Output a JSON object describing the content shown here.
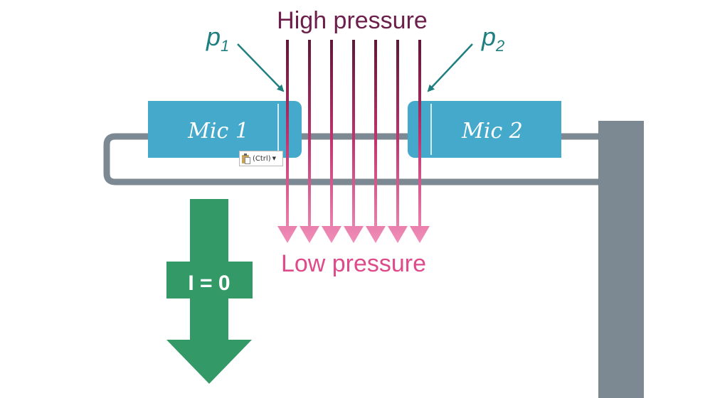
{
  "labels": {
    "high_pressure": "High pressure",
    "low_pressure": "Low pressure",
    "p1_base": "p",
    "p1_sub": "1",
    "p2_base": "p",
    "p2_sub": "2",
    "mic1": "Mic 1",
    "mic2": "Mic 2",
    "intensity": "I = 0"
  },
  "paste_badge": {
    "label": "(Ctrl)",
    "icon": "clipboard-paste-icon",
    "caret_icon": "chevron-down-icon"
  },
  "colors": {
    "high_pressure_text": "#6b1f4a",
    "low_pressure_text": "#de4a8a",
    "arrow_top": "#5e1638",
    "arrow_bottom": "#f08db8",
    "p_label": "#1f7f80",
    "p_pointer": "#1f7f80",
    "mic_fill": "#44a9cb",
    "mic_text": "#ffffff",
    "mic_divider": "#d6edf5",
    "stand": "#7c8992",
    "green_arrow": "#339966",
    "green_text": "#ffffff"
  }
}
